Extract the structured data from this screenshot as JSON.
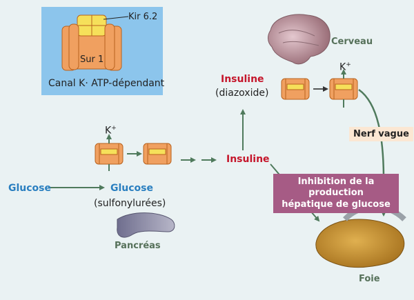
{
  "inset": {
    "kir_label": "Kir 6.2",
    "sur_label": "Sur 1",
    "caption": "Canal K· ATP-dépendant"
  },
  "labels": {
    "glucose_left": "Glucose",
    "glucose_right": "Glucose",
    "sulfonylurees": "(sulfonylurées)",
    "k_plus_left": "K",
    "k_plus_left_sup": "+",
    "k_plus_right": "K",
    "k_plus_right_sup": "+",
    "insuline_top": "Insuline",
    "diazoxide": "(diazoxide)",
    "insuline_mid": "Insuline",
    "nerf_vague": "Nerf vague",
    "inhibition_line1": "Inhibition de la production",
    "inhibition_line2": "hépatique de glucose",
    "pancreas": "Pancréas",
    "cerveau": "Cerveau",
    "foie": "Foie"
  },
  "colors": {
    "channel_orange": "#f0a060",
    "channel_stroke": "#b8621e",
    "channel_yellow": "#f6e05a",
    "arrow_green": "#4f7a5c",
    "inset_blue": "#8cc5ec",
    "inhib_purple": "#a65b85",
    "nerf_peach": "#fbe7d3",
    "glucose_blue": "#2a7fc0",
    "insuline_red": "#c5162b"
  }
}
